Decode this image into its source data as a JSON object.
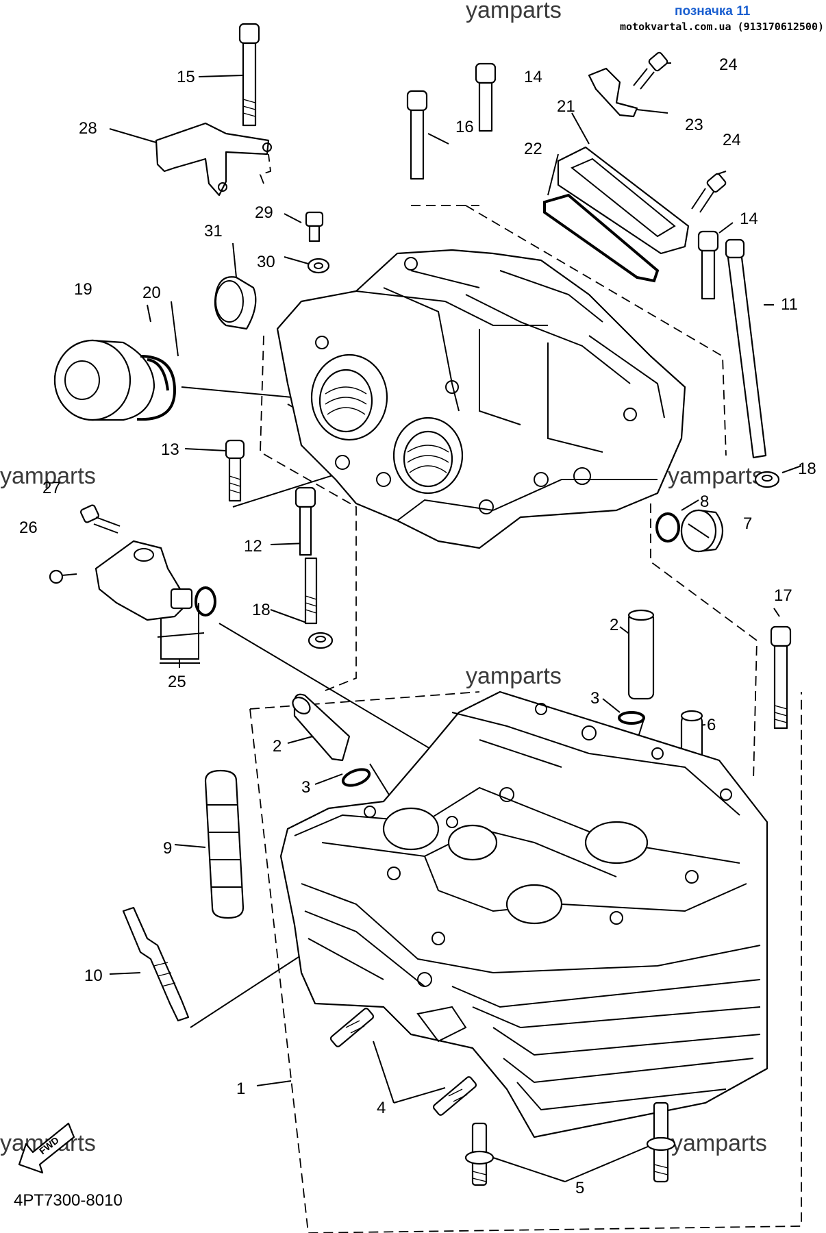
{
  "header": {
    "badge": "позначка 11",
    "site": "motokvartal.com.ua (913170612500)"
  },
  "watermark": "yamparts",
  "diagram_code": "4PT7300-8010",
  "fwd_label": "FWD",
  "callouts": {
    "c1": "1",
    "c2a": "2",
    "c2b": "2",
    "c3a": "3",
    "c3b": "3",
    "c4": "4",
    "c5": "5",
    "c6": "6",
    "c7": "7",
    "c8": "8",
    "c9": "9",
    "c10": "10",
    "c11": "11",
    "c12": "12",
    "c13": "13",
    "c14a": "14",
    "c14b": "14",
    "c15": "15",
    "c16": "16",
    "c17": "17",
    "c18a": "18",
    "c18b": "18",
    "c19": "19",
    "c20": "20",
    "c21": "21",
    "c22": "22",
    "c23": "23",
    "c24a": "24",
    "c24b": "24",
    "c25": "25",
    "c26": "26",
    "c27": "27",
    "c28": "28",
    "c29": "29",
    "c30": "30",
    "c31": "31"
  }
}
